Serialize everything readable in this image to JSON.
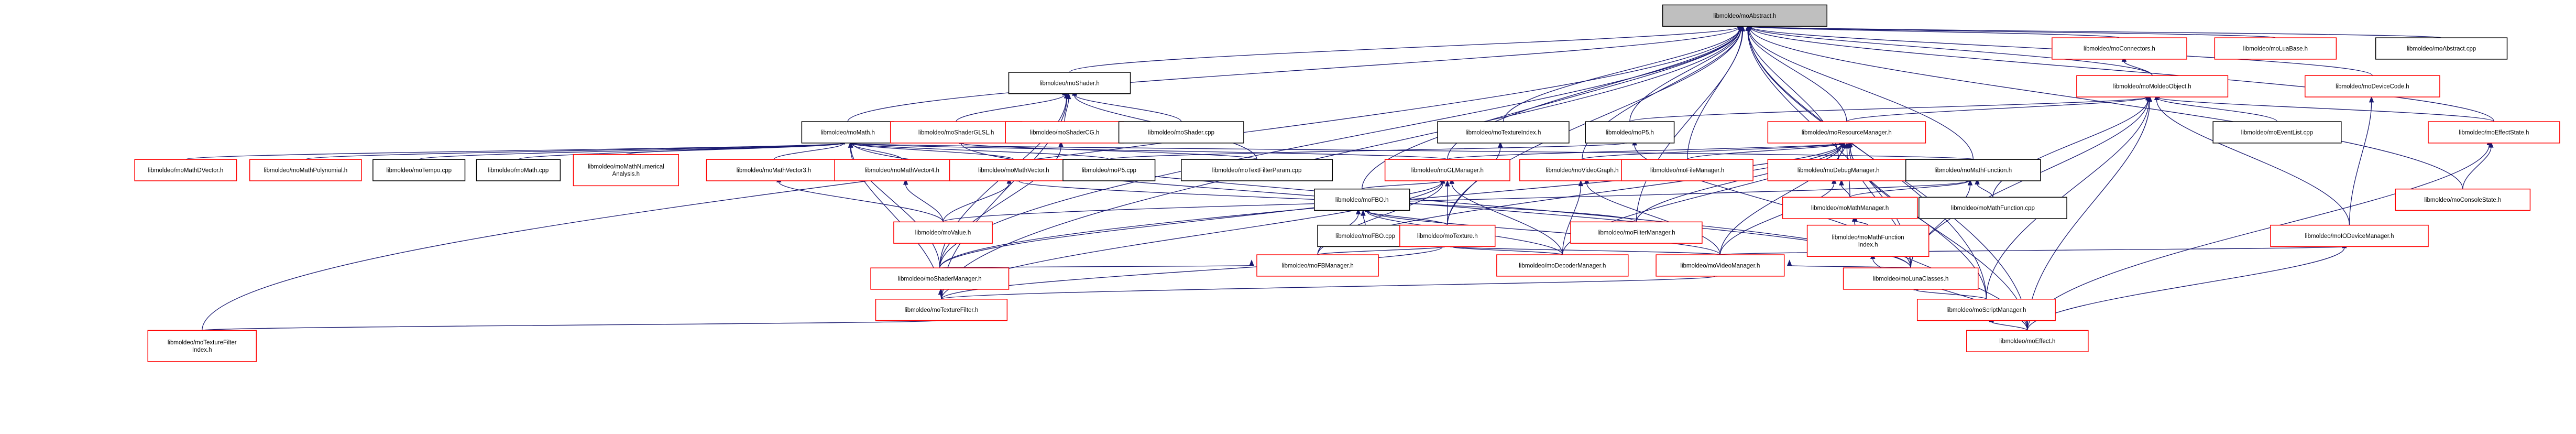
{
  "title": "libmoldeo/moAbstract.h include dependency graph",
  "colors": {
    "edge": "#191970",
    "root_fill": "#bfbfbf",
    "border_red": "#ff0000",
    "border_black": "#000000"
  },
  "nodes": [
    {
      "id": "abstract",
      "label": [
        "libmoldeo/moAbstract.h"
      ],
      "style": "root"
    },
    {
      "id": "shader",
      "label": [
        "libmoldeo/moShader.h"
      ],
      "style": "black"
    },
    {
      "id": "connectors",
      "label": [
        "libmoldeo/moConnectors.h"
      ],
      "style": "red"
    },
    {
      "id": "luabase",
      "label": [
        "libmoldeo/moLuaBase.h"
      ],
      "style": "red"
    },
    {
      "id": "abstractcpp",
      "label": [
        "libmoldeo/moAbstract.cpp"
      ],
      "style": "black"
    },
    {
      "id": "moldeoobject",
      "label": [
        "libmoldeo/moMoldeoObject.h"
      ],
      "style": "red"
    },
    {
      "id": "devicecode",
      "label": [
        "libmoldeo/moDeviceCode.h"
      ],
      "style": "red"
    },
    {
      "id": "math",
      "label": [
        "libmoldeo/moMath.h"
      ],
      "style": "black"
    },
    {
      "id": "shaderglsl",
      "label": [
        "libmoldeo/moShaderGLSL.h"
      ],
      "style": "red"
    },
    {
      "id": "shadercg",
      "label": [
        "libmoldeo/moShaderCG.h"
      ],
      "style": "red"
    },
    {
      "id": "shadercpp",
      "label": [
        "libmoldeo/moShader.cpp"
      ],
      "style": "black"
    },
    {
      "id": "textureindex",
      "label": [
        "libmoldeo/moTextureIndex.h"
      ],
      "style": "black"
    },
    {
      "id": "p5h",
      "label": [
        "libmoldeo/moP5.h"
      ],
      "style": "black"
    },
    {
      "id": "resourcemanager",
      "label": [
        "libmoldeo/moResourceManager.h"
      ],
      "style": "red"
    },
    {
      "id": "eventlist",
      "label": [
        "libmoldeo/moEventList.cpp"
      ],
      "style": "black"
    },
    {
      "id": "effectstate",
      "label": [
        "libmoldeo/moEffectState.h"
      ],
      "style": "red"
    },
    {
      "id": "mathdvector",
      "label": [
        "libmoldeo/moMathDVector.h"
      ],
      "style": "red"
    },
    {
      "id": "mathpolynomial",
      "label": [
        "libmoldeo/moMathPolynomial.h"
      ],
      "style": "red"
    },
    {
      "id": "tempocpp",
      "label": [
        "libmoldeo/moTempo.cpp"
      ],
      "style": "black"
    },
    {
      "id": "mathcpp",
      "label": [
        "libmoldeo/moMath.cpp"
      ],
      "style": "black"
    },
    {
      "id": "mathnumerical",
      "label": [
        "libmoldeo/moMathNumerical",
        "Analysis.h"
      ],
      "style": "red"
    },
    {
      "id": "mathvector3",
      "label": [
        "libmoldeo/moMathVector3.h"
      ],
      "style": "red"
    },
    {
      "id": "mathvector4",
      "label": [
        "libmoldeo/moMathVector4.h"
      ],
      "style": "red"
    },
    {
      "id": "mathvector",
      "label": [
        "libmoldeo/moMathVector.h"
      ],
      "style": "red"
    },
    {
      "id": "p5cpp",
      "label": [
        "libmoldeo/moP5.cpp"
      ],
      "style": "black"
    },
    {
      "id": "textfilterparam",
      "label": [
        "libmoldeo/moTextFilterParam.cpp"
      ],
      "style": "black"
    },
    {
      "id": "glmanager",
      "label": [
        "libmoldeo/moGLManager.h"
      ],
      "style": "red"
    },
    {
      "id": "videograph",
      "label": [
        "libmoldeo/moVideoGraph.h"
      ],
      "style": "red"
    },
    {
      "id": "filemanager",
      "label": [
        "libmoldeo/moFileManager.h"
      ],
      "style": "red"
    },
    {
      "id": "debugmanager",
      "label": [
        "libmoldeo/moDebugManager.h"
      ],
      "style": "red"
    },
    {
      "id": "mathfunction",
      "label": [
        "libmoldeo/moMathFunction.h"
      ],
      "style": "black"
    },
    {
      "id": "consolestate",
      "label": [
        "libmoldeo/moConsoleState.h"
      ],
      "style": "red"
    },
    {
      "id": "value",
      "label": [
        "libmoldeo/moValue.h"
      ],
      "style": "red"
    },
    {
      "id": "fbo",
      "label": [
        "libmoldeo/moFBO.h"
      ],
      "style": "black"
    },
    {
      "id": "filtermanager",
      "label": [
        "libmoldeo/moFilterManager.h"
      ],
      "style": "red"
    },
    {
      "id": "mathmanager",
      "label": [
        "libmoldeo/moMathManager.h"
      ],
      "style": "red"
    },
    {
      "id": "mathfunctioncpp",
      "label": [
        "libmoldeo/moMathFunction.cpp"
      ],
      "style": "black"
    },
    {
      "id": "fbocpp",
      "label": [
        "libmoldeo/moFBO.cpp"
      ],
      "style": "black"
    },
    {
      "id": "texture",
      "label": [
        "libmoldeo/moTexture.h"
      ],
      "style": "red"
    },
    {
      "id": "mathfunctionindex",
      "label": [
        "libmoldeo/moMathFunction",
        "Index.h"
      ],
      "style": "red"
    },
    {
      "id": "iodevicemanager",
      "label": [
        "libmoldeo/moIODeviceManager.h"
      ],
      "style": "red"
    },
    {
      "id": "fbmanager",
      "label": [
        "libmoldeo/moFBManager.h"
      ],
      "style": "red"
    },
    {
      "id": "decodermanager",
      "label": [
        "libmoldeo/moDecoderManager.h"
      ],
      "style": "red"
    },
    {
      "id": "videomanager",
      "label": [
        "libmoldeo/moVideoManager.h"
      ],
      "style": "red"
    },
    {
      "id": "shadermanager",
      "label": [
        "libmoldeo/moShaderManager.h"
      ],
      "style": "red"
    },
    {
      "id": "lunaclasses",
      "label": [
        "libmoldeo/moLunaClasses.h"
      ],
      "style": "red"
    },
    {
      "id": "texturefilter",
      "label": [
        "libmoldeo/moTextureFilter.h"
      ],
      "style": "red"
    },
    {
      "id": "scriptmanager",
      "label": [
        "libmoldeo/moScriptManager.h"
      ],
      "style": "red"
    },
    {
      "id": "texturefilterindex",
      "label": [
        "libmoldeo/moTextureFilter",
        "Index.h"
      ],
      "style": "red"
    },
    {
      "id": "effect",
      "label": [
        "libmoldeo/moEffect.h"
      ],
      "style": "red"
    }
  ],
  "edges": [
    [
      "shader",
      "abstract"
    ],
    [
      "connectors",
      "abstract"
    ],
    [
      "luabase",
      "abstract"
    ],
    [
      "abstractcpp",
      "abstract"
    ],
    [
      "moldeoobject",
      "abstract"
    ],
    [
      "devicecode",
      "abstract"
    ],
    [
      "math",
      "abstract"
    ],
    [
      "textureindex",
      "abstract"
    ],
    [
      "p5h",
      "abstract"
    ],
    [
      "resourcemanager",
      "abstract"
    ],
    [
      "effectstate",
      "abstract"
    ],
    [
      "consolestate",
      "abstract"
    ],
    [
      "glmanager",
      "abstract"
    ],
    [
      "videograph",
      "abstract"
    ],
    [
      "filemanager",
      "abstract"
    ],
    [
      "debugmanager",
      "abstract"
    ],
    [
      "mathfunction",
      "abstract"
    ],
    [
      "fbo",
      "abstract"
    ],
    [
      "texture",
      "abstract"
    ],
    [
      "filtermanager",
      "abstract"
    ],
    [
      "scriptmanager",
      "abstract"
    ],
    [
      "effect",
      "abstract"
    ],
    [
      "texturefilter",
      "abstract"
    ],
    [
      "texturefilterindex",
      "abstract"
    ],
    [
      "shadermanager",
      "abstract"
    ],
    [
      "lunaclasses",
      "abstract"
    ],
    [
      "shaderglsl",
      "shader"
    ],
    [
      "shadercg",
      "shader"
    ],
    [
      "shadercpp",
      "shader"
    ],
    [
      "textfilterparam",
      "shader"
    ],
    [
      "shadermanager",
      "shader"
    ],
    [
      "texturefilter",
      "shader"
    ],
    [
      "moldeoobject",
      "connectors"
    ],
    [
      "resourcemanager",
      "moldeoobject"
    ],
    [
      "eventlist",
      "moldeoobject"
    ],
    [
      "effectstate",
      "moldeoobject"
    ],
    [
      "iodevicemanager",
      "moldeoobject"
    ],
    [
      "effect",
      "moldeoobject"
    ],
    [
      "scriptmanager",
      "moldeoobject"
    ],
    [
      "p5h",
      "moldeoobject"
    ],
    [
      "lunaclasses",
      "moldeoobject"
    ],
    [
      "mathfunctioncpp",
      "moldeoobject"
    ],
    [
      "iodevicemanager",
      "devicecode"
    ],
    [
      "mathdvector",
      "math"
    ],
    [
      "mathpolynomial",
      "math"
    ],
    [
      "tempocpp",
      "math"
    ],
    [
      "mathcpp",
      "math"
    ],
    [
      "mathnumerical",
      "math"
    ],
    [
      "mathvector3",
      "math"
    ],
    [
      "mathvector4",
      "math"
    ],
    [
      "mathvector",
      "math"
    ],
    [
      "p5cpp",
      "math"
    ],
    [
      "glmanager",
      "math"
    ],
    [
      "shadermanager",
      "math"
    ],
    [
      "texturefilter",
      "math"
    ],
    [
      "mathfunction",
      "math"
    ],
    [
      "lunaclasses",
      "math"
    ],
    [
      "shadermanager",
      "shadercg"
    ],
    [
      "textfilterparam",
      "shaderglsl"
    ],
    [
      "lunaclasses",
      "shaderglsl"
    ],
    [
      "texture",
      "textureindex"
    ],
    [
      "p5cpp",
      "p5h"
    ],
    [
      "lunaclasses",
      "p5h"
    ],
    [
      "filemanager",
      "resourcemanager"
    ],
    [
      "debugmanager",
      "resourcemanager"
    ],
    [
      "glmanager",
      "resourcemanager"
    ],
    [
      "fbmanager",
      "resourcemanager"
    ],
    [
      "videograph",
      "resourcemanager"
    ],
    [
      "mathmanager",
      "resourcemanager"
    ],
    [
      "shadermanager",
      "resourcemanager"
    ],
    [
      "decodermanager",
      "resourcemanager"
    ],
    [
      "videomanager",
      "resourcemanager"
    ],
    [
      "scriptmanager",
      "resourcemanager"
    ],
    [
      "lunaclasses",
      "resourcemanager"
    ],
    [
      "effect",
      "resourcemanager"
    ],
    [
      "filtermanager",
      "resourcemanager"
    ],
    [
      "consolestate",
      "effectstate"
    ],
    [
      "effect",
      "effectstate"
    ],
    [
      "value",
      "mathvector3"
    ],
    [
      "value",
      "mathvector4"
    ],
    [
      "value",
      "mathvector"
    ],
    [
      "filtermanager",
      "mathvector"
    ],
    [
      "value",
      "mathfunction"
    ],
    [
      "mathmanager",
      "mathfunction"
    ],
    [
      "mathfunctioncpp",
      "mathfunction"
    ],
    [
      "lunaclasses",
      "mathfunction"
    ],
    [
      "fbo",
      "glmanager"
    ],
    [
      "fbmanager",
      "glmanager"
    ],
    [
      "shadermanager",
      "glmanager"
    ],
    [
      "texture",
      "glmanager"
    ],
    [
      "decodermanager",
      "glmanager"
    ],
    [
      "texturefilter",
      "glmanager"
    ],
    [
      "fbocpp",
      "fbo"
    ],
    [
      "texture",
      "fbo"
    ],
    [
      "fbmanager",
      "fbo"
    ],
    [
      "decodermanager",
      "fbo"
    ],
    [
      "videomanager",
      "fbo"
    ],
    [
      "decodermanager",
      "videograph"
    ],
    [
      "videomanager",
      "videograph"
    ],
    [
      "videomanager",
      "debugmanager"
    ],
    [
      "mathmanager",
      "debugmanager"
    ],
    [
      "mathfunctionindex",
      "mathmanager"
    ],
    [
      "effect",
      "mathmanager"
    ],
    [
      "effect",
      "mathfunctionindex"
    ],
    [
      "fbmanager",
      "texture"
    ],
    [
      "decodermanager",
      "texture"
    ],
    [
      "videomanager",
      "texture"
    ],
    [
      "texturefilter",
      "texture"
    ],
    [
      "texturefilter",
      "videomanager"
    ],
    [
      "lunaclasses",
      "videomanager"
    ],
    [
      "texturefilter",
      "shadermanager"
    ],
    [
      "shadermanager",
      "fbmanager"
    ],
    [
      "texturefilterindex",
      "texturefilter"
    ],
    [
      "scriptmanager",
      "lunaclasses"
    ],
    [
      "effect",
      "scriptmanager"
    ],
    [
      "effect",
      "iodevicemanager"
    ],
    [
      "videomanager",
      "iodevicemanager"
    ]
  ]
}
